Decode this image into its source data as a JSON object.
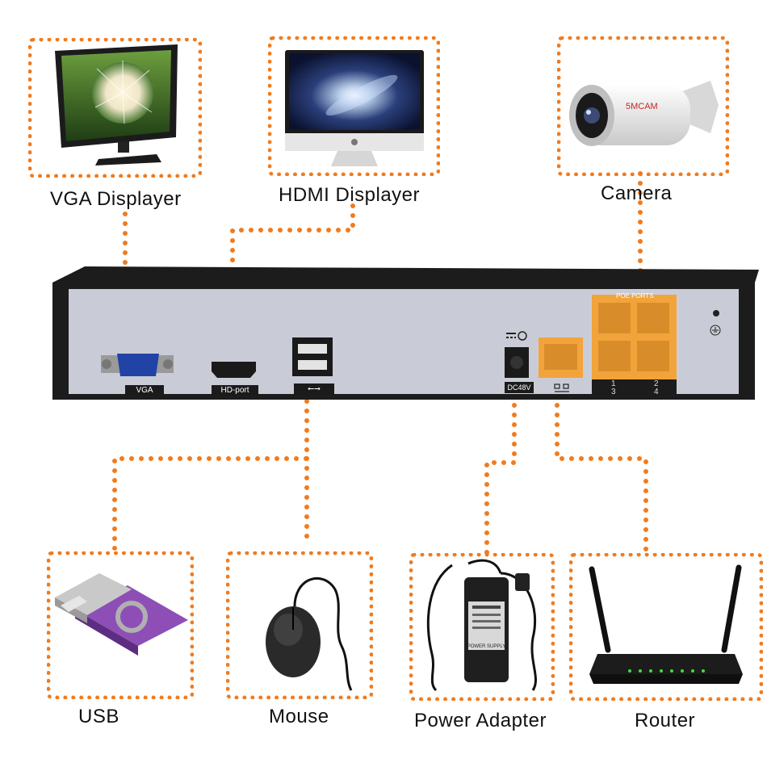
{
  "devices": {
    "vga_display": {
      "label": "VGA Displayer"
    },
    "hdmi_display": {
      "label": "HDMI Displayer"
    },
    "camera": {
      "label": "Camera",
      "brand_text": "5MCAM"
    },
    "usb": {
      "label": "USB"
    },
    "mouse": {
      "label": "Mouse"
    },
    "power_adapter": {
      "label": "Power Adapter",
      "case_text": "POWER SUPPLY"
    },
    "router": {
      "label": "Router"
    }
  },
  "nvr": {
    "ports": {
      "vga": "VGA",
      "hdmi": "HD-port",
      "usb": "⭠⭢",
      "power": "DC48V",
      "poe_header": "POE PORTS",
      "poe_numbers": [
        "1",
        "2",
        "3",
        "4"
      ]
    }
  },
  "colors": {
    "accent_orange": "#f07b1f",
    "poe_highlight": "#f2a43b",
    "nvr_panel": "#c9ccd6",
    "nvr_body": "#1c1c1c"
  },
  "icons": [
    "monitor-icon",
    "imac-icon",
    "bullet-camera-icon",
    "usb-drive-icon",
    "mouse-icon",
    "power-adapter-icon",
    "router-icon",
    "ground-icon",
    "network-icon",
    "dc-power-icon"
  ]
}
